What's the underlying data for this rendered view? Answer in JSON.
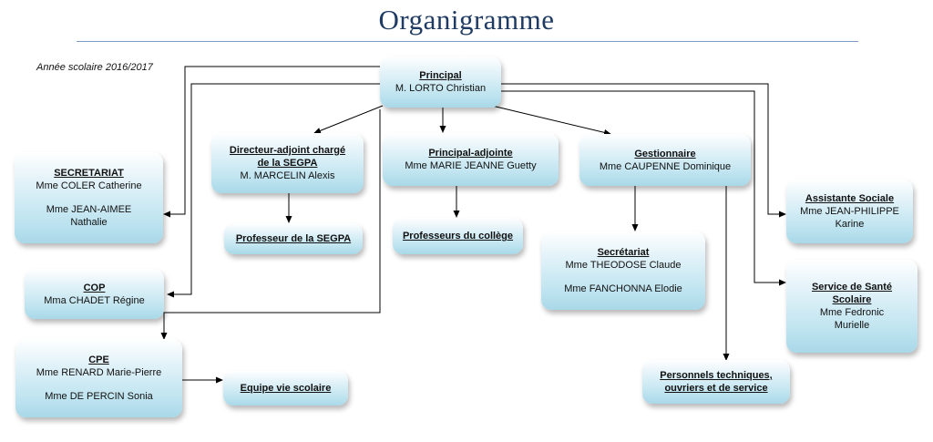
{
  "title": "Organigramme",
  "year": "Année scolaire 2016/2017",
  "principal": {
    "heading": "Principal",
    "name": "M. LORTO Christian"
  },
  "secretariat": {
    "heading": "SECRETARIAT",
    "person1": "Mme COLER Catherine",
    "person2_line1": "Mme JEAN-AIMEE",
    "person2_line2": "Nathalie"
  },
  "cop": {
    "heading": "COP",
    "name": "Mma CHADET Régine"
  },
  "cpe": {
    "heading": "CPE",
    "person1": "Mme RENARD Marie-Pierre",
    "person2": "Mme DE PERCIN Sonia"
  },
  "equipe": {
    "heading": "Equipe vie scolaire"
  },
  "directeur": {
    "heading_line1": "Directeur-adjoint chargé",
    "heading_line2": "de la SEGPA",
    "name": "M. MARCELIN Alexis"
  },
  "prof_segpa": {
    "heading": "Professeur de la SEGPA"
  },
  "principal_adjoint": {
    "heading": "Principal-adjointe",
    "name": "Mme MARIE JEANNE Guetty"
  },
  "profs_college": {
    "heading": "Professeurs du collège"
  },
  "gestionnaire": {
    "heading": "Gestionnaire",
    "name": "Mme CAUPENNE Dominique"
  },
  "secretariat2": {
    "heading": "Secrétariat",
    "person1": "Mme THEODOSE Claude",
    "person2": "Mme FANCHONNA Elodie"
  },
  "personnels": {
    "heading_line1": "Personnels techniques,",
    "heading_line2": "ouvriers et de service"
  },
  "assistante": {
    "heading": "Assistante Sociale",
    "name_line1": "Mme JEAN-PHILIPPE",
    "name_line2": "Karine"
  },
  "sante": {
    "heading_line1": "Service de Santé",
    "heading_line2": "Scolaire",
    "name_line1": "Mme Fedronic",
    "name_line2": "Murielle"
  },
  "colors": {
    "title": "#1f3b64",
    "rule": "#7f9cc4",
    "box_light": "#e4f3f9",
    "box_dark": "#a9d8e8"
  }
}
